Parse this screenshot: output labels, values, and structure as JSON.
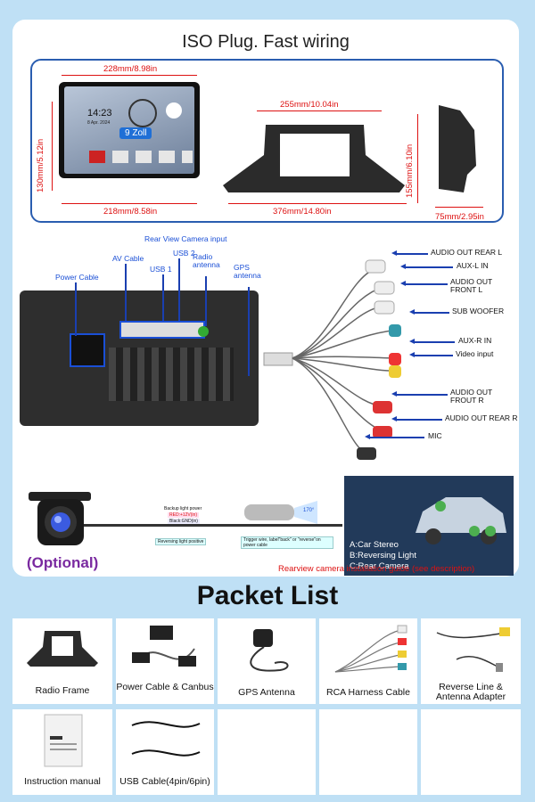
{
  "title": "ISO Plug. Fast wiring",
  "dims": {
    "screen_width_top": "228mm/8.98in",
    "screen_width_bottom": "218mm/8.58in",
    "screen_height": "130mm/5.12in",
    "frame_width_top": "255mm/10.04in",
    "frame_width_bottom": "376mm/14.80in",
    "frame_height": "155mm/6.10in",
    "depth": "75mm/2.95in"
  },
  "screen": {
    "time": "14:23",
    "date": "8  Apr. 2024",
    "size_badge": "9 Zoll"
  },
  "back_labels": {
    "rear_view": "Rear View Camera input",
    "av_cable": "AV Cable",
    "usb2": "USB 2",
    "usb1": "USB 1",
    "radio": "Radio antenna",
    "gps": "GPS antenna",
    "power": "Power Cable"
  },
  "rca_labels": [
    "AUDIO OUT REAR L",
    "AUX-L IN",
    "AUDIO OUT FRONT L",
    "SUB WOOFER",
    "AUX-R IN",
    "Video input",
    "AUDIO OUT FROUT R",
    "AUDIO OUT REAR R",
    "MIC"
  ],
  "camera": {
    "optional": "(Optional)",
    "backup_power": "Backup light power",
    "red_wire": "RED:+12V(in)",
    "black_wire": "Black:GND(in)",
    "reversing_positive": "Reversing light positive",
    "trigger_note": "Trigger wire, label\"back\" or \"reverse\"on power cable",
    "angle": "170°",
    "legend_a": "A:Car Stereo",
    "legend_b": "B:Reversing Light",
    "legend_c": "C:Rear Camera",
    "guide": "Rearview camera installation guide (see description)"
  },
  "packet_title": "Packet List",
  "packet_items": [
    "Radio Frame",
    "Power Cable & Canbus",
    "GPS Antenna",
    "RCA Harness Cable",
    "Reverse Line & Antenna Adapter",
    "Instruction manual",
    "USB Cable(4pin/6pin)"
  ]
}
